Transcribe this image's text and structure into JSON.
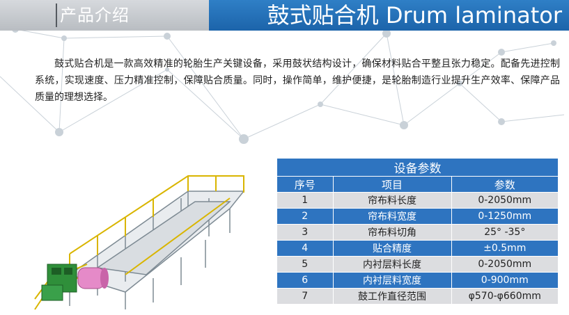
{
  "header": {
    "left_title": "产品介绍",
    "right_title": "鼓式贴合机   Drum laminator"
  },
  "intro": {
    "text": "鼓式贴合机是一款高效精准的轮胎生产关键设备，采用鼓状结构设计，确保材料贴合平整且张力稳定。配备先进控制系统，实现速度、压力精准控制，保障贴合质量。同时，操作简单，维护便捷，是轮胎制造行业提升生产效率、保障产品质量的理想选择。"
  },
  "spec_table": {
    "title": "设备参数",
    "headers": [
      "序号",
      "项目",
      "参数"
    ],
    "rows": [
      {
        "no": "1",
        "item": "帘布料长度",
        "value": "0-2050mm"
      },
      {
        "no": "2",
        "item": "帘布料宽度",
        "value": "0-1250mm"
      },
      {
        "no": "3",
        "item": "帘布料切角",
        "value": "25° -35°"
      },
      {
        "no": "4",
        "item": "贴合精度",
        "value": "±0.5mm"
      },
      {
        "no": "5",
        "item": "内衬层料长度",
        "value": "0-2050mm"
      },
      {
        "no": "6",
        "item": "内衬层料宽度",
        "value": "0-900mm"
      },
      {
        "no": "7",
        "item": "鼓工作直径范围",
        "value": "φ570-φ660mm"
      }
    ]
  },
  "colors": {
    "accent_blue": "#2e74c0",
    "header_gray": "#c6c9cd",
    "row_gray": "#dcdde0",
    "machine_green": "#2f8f3a",
    "machine_pink": "#e58ac8"
  }
}
